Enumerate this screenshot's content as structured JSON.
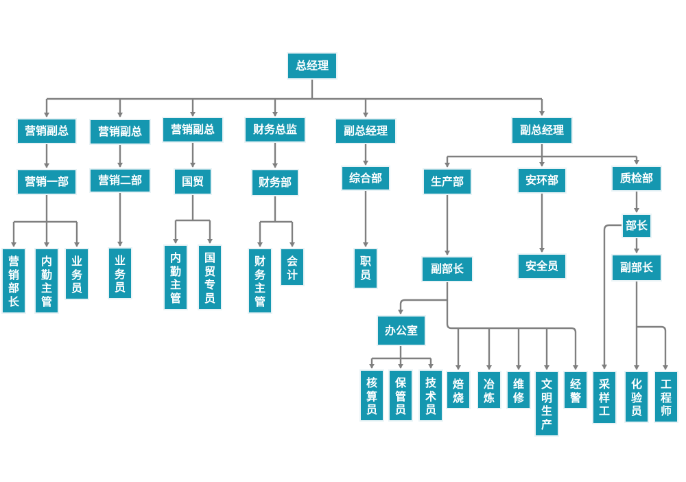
{
  "org": {
    "ceo": "总经理",
    "vp_sales1": "营销副总",
    "vp_sales2": "营销副总",
    "vp_sales3": "营销副总",
    "cfo": "财务总监",
    "deputy_gm1": "副总经理",
    "deputy_gm2": "副总经理",
    "sales_dept1": "营销一部",
    "sales_dept2": "营销二部",
    "intl_trade": "国贸",
    "finance_dept": "财务部",
    "general_dept": "综合部",
    "production_dept": "生产部",
    "safety_env_dept": "安环部",
    "qc_dept": "质检部",
    "sales_manager": "营销部长",
    "inside_supervisor1": "内勤主管",
    "salesperson1": "业务员",
    "salesperson2": "业务员",
    "inside_supervisor2": "内勤主管",
    "trade_specialist": "国贸专员",
    "finance_supervisor": "财务主管",
    "accountant": "会计",
    "staff": "职员",
    "prod_deputy_head": "副部长",
    "safety_officer": "安全员",
    "qc_head": "部长",
    "qc_deputy_head": "副部长",
    "office": "办公室",
    "accounting_clerk": "核算员",
    "custodian": "保管员",
    "technician": "技术员",
    "roasting": "焙烧",
    "smelting": "冶炼",
    "maintenance": "维修",
    "civil_production": "文明生产",
    "police": "经警",
    "sampler": "采样工",
    "lab_tester": "化验员",
    "engineer": "工程师"
  }
}
